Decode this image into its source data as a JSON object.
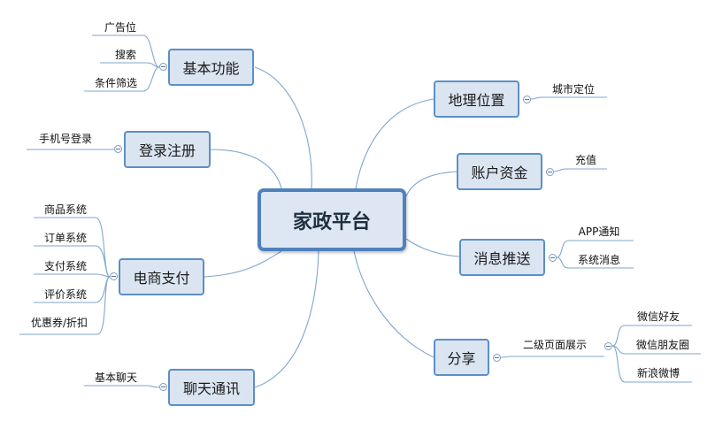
{
  "root": {
    "label": "家政平台"
  },
  "branches": {
    "basic": {
      "label": "基本功能",
      "children": [
        "广告位",
        "搜索",
        "条件筛选"
      ]
    },
    "login": {
      "label": "登录注册",
      "children": [
        "手机号登录"
      ]
    },
    "ecommerce": {
      "label": "电商支付",
      "children": [
        "商品系统",
        "订单系统",
        "支付系统",
        "评价系统",
        "优惠券/折扣"
      ]
    },
    "chat": {
      "label": "聊天通讯",
      "children": [
        "基本聊天"
      ]
    },
    "location": {
      "label": "地理位置",
      "children": [
        "城市定位"
      ]
    },
    "account": {
      "label": "账户资金",
      "children": [
        "充值"
      ]
    },
    "push": {
      "label": "消息推送",
      "children": [
        "APP通知",
        "系统消息"
      ]
    },
    "share": {
      "label": "分享",
      "sub": "二级页面展示",
      "children": [
        "微信好友",
        "微信朋友圈",
        "新浪微博"
      ]
    }
  },
  "colors": {
    "node_fill": "#dbe5f1",
    "node_border": "#5b8fc7",
    "line": "#7fa6cf"
  },
  "icons": {
    "collapse_toggle": "minus-circle-icon"
  }
}
